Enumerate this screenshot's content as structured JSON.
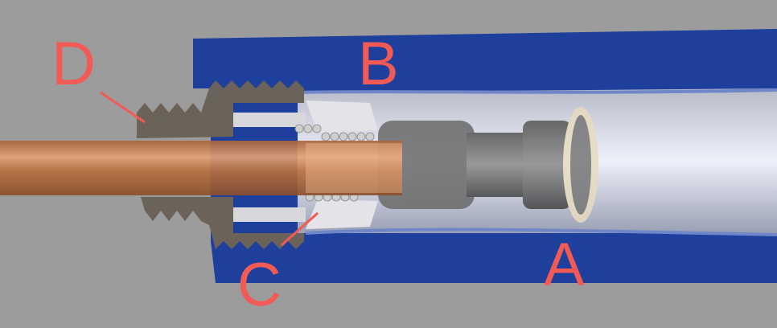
{
  "diagram": {
    "labels": {
      "a": "A",
      "b": "B",
      "c": "C",
      "d": "D"
    },
    "colors": {
      "background": "#9c9c9c",
      "housing": "#1f3f9c",
      "nut": "#6b625a",
      "tube": "#c8804f",
      "label": "#f25a55",
      "insert": "#d8d8dc"
    }
  }
}
